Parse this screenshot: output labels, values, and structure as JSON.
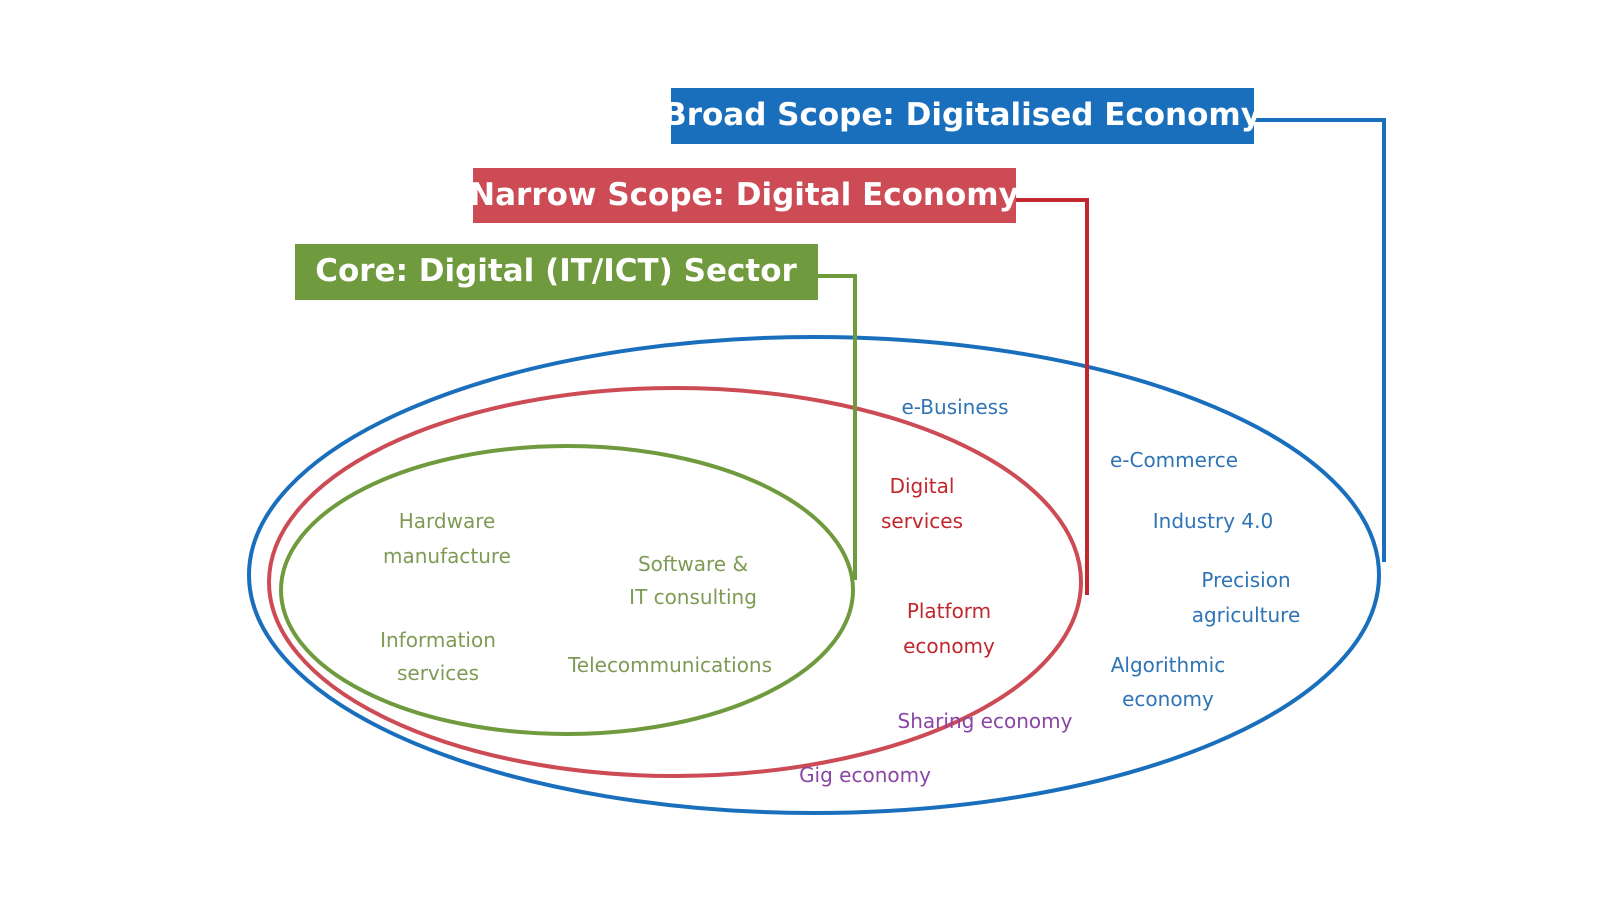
{
  "colors": {
    "broad": "#1a6fbd",
    "narrow": "#cc4b55",
    "core": "#6f9a3d",
    "core_text": "#7f9a55",
    "narrow_text": "#c1272d",
    "broad_text": "#2f74b5",
    "purple_text": "#8a45a6",
    "background": "#ffffff"
  },
  "labels": {
    "broad": "Broad Scope: Digitalised Economy",
    "narrow": "Narrow Scope: Digital Economy",
    "core": "Core: Digital (IT/ICT) Sector"
  },
  "core_items": {
    "hardware": [
      "Hardware",
      "manufacture"
    ],
    "software": [
      "Software &",
      "IT consulting"
    ],
    "information": [
      "Information",
      "services"
    ],
    "telecom": "Telecommunications"
  },
  "narrow_items": {
    "digital_services": [
      "Digital",
      "services"
    ],
    "platform_economy": [
      "Platform",
      "economy"
    ]
  },
  "boundary_items": {
    "sharing_economy": "Sharing economy",
    "gig_economy": "Gig economy"
  },
  "broad_items": {
    "e_business": "e-Business",
    "e_commerce": "e-Commerce",
    "industry": "Industry 4.0",
    "precision": [
      "Precision",
      "agriculture"
    ],
    "algorithmic": [
      "Algorithmic",
      "economy"
    ]
  }
}
